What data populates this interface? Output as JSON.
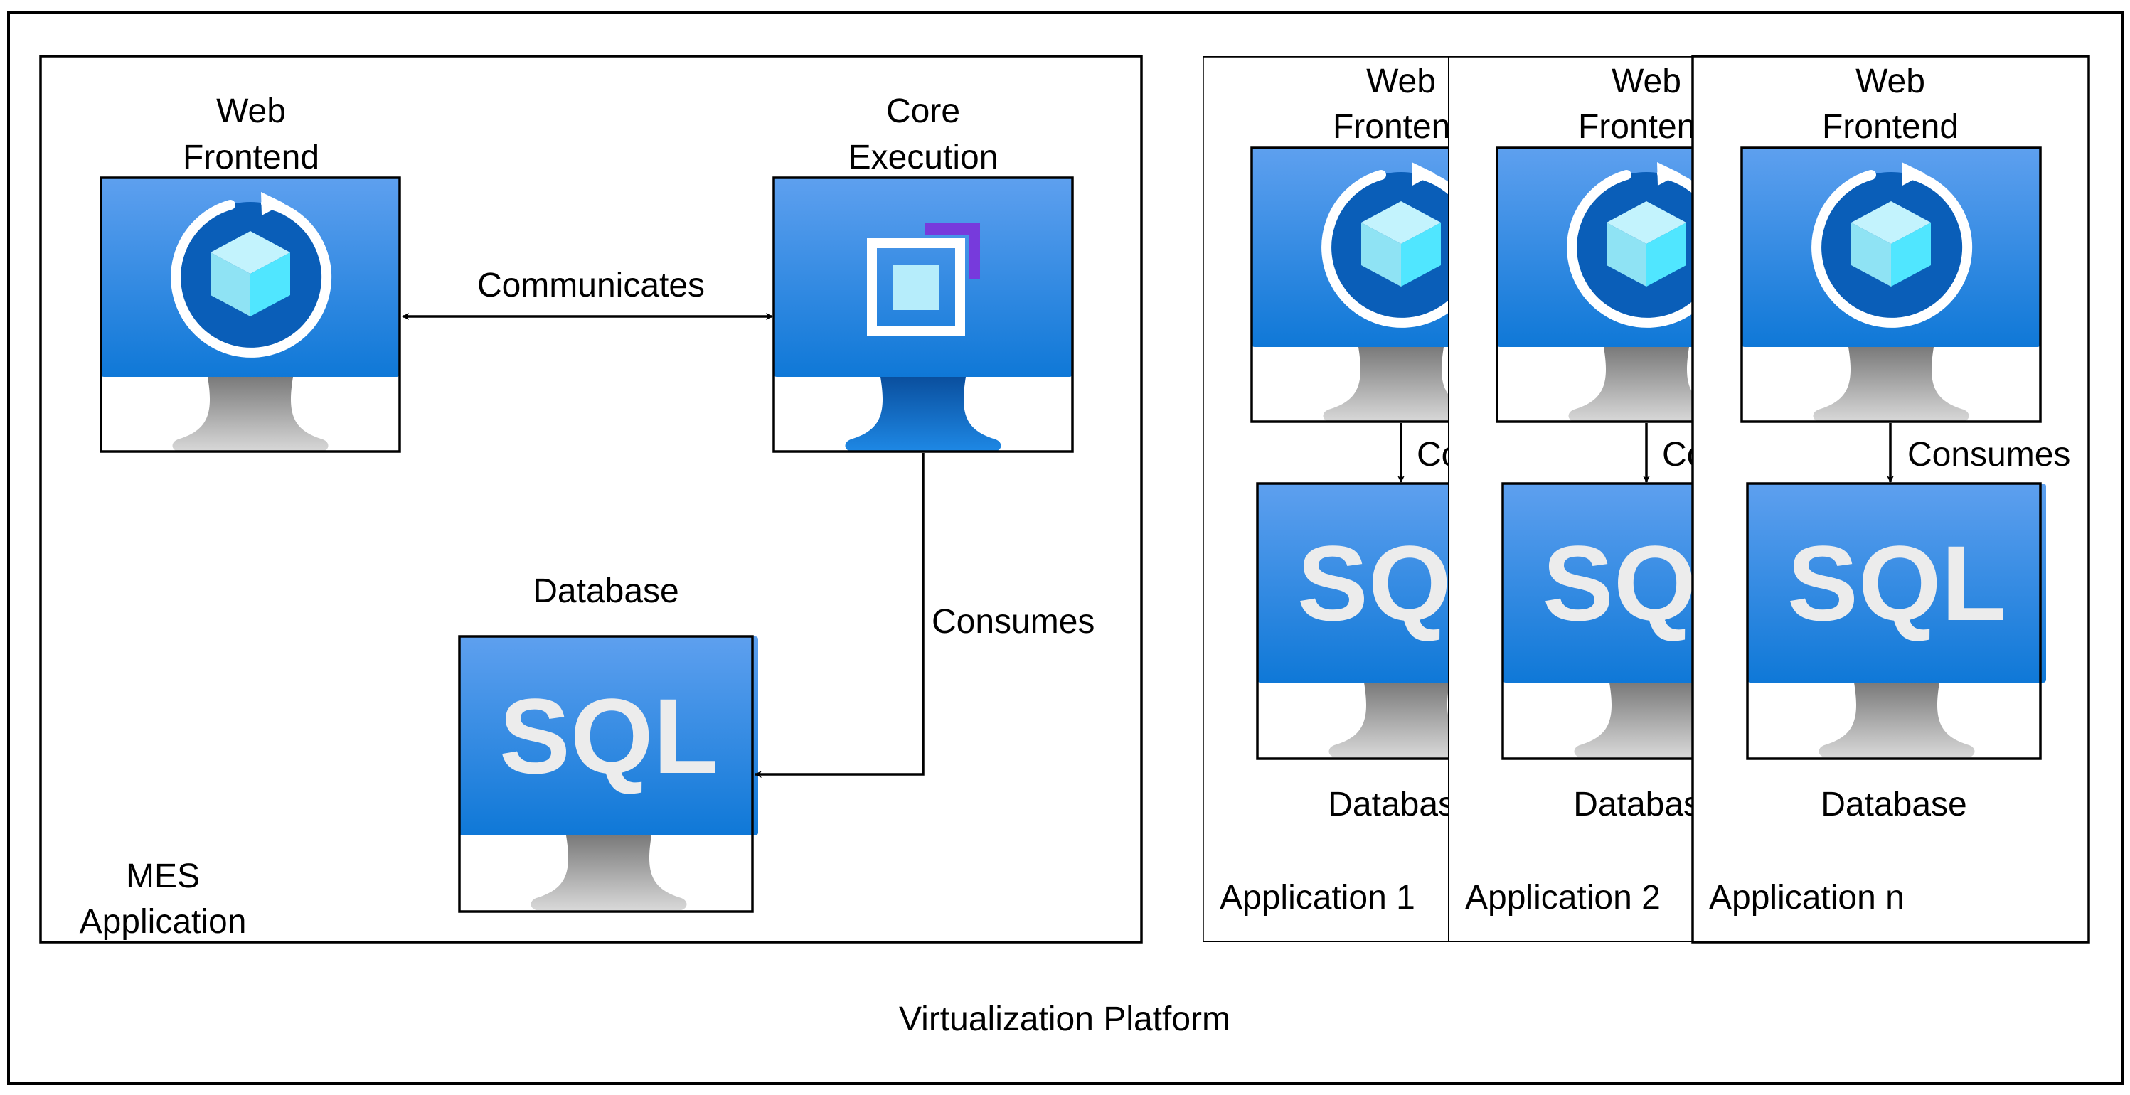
{
  "platform": {
    "label": "Virtualization Platform"
  },
  "mes": {
    "label_line1": "MES",
    "label_line2": "Application",
    "web_frontend": {
      "line1": "Web",
      "line2": "Frontend"
    },
    "core_execution": {
      "line1": "Core",
      "line2": "Execution"
    },
    "database": {
      "label": "Database",
      "icon_text": "SQL"
    },
    "edges": {
      "communicates": "Communicates",
      "consumes": "Consumes"
    }
  },
  "apps": [
    {
      "title": "Application 1",
      "web_line1": "Web",
      "web_line2": "Frontend",
      "db_label": "Database",
      "db_icon_text": "SQL",
      "edge": "Consumes"
    },
    {
      "title": "Application 2",
      "web_line1": "Web",
      "web_line2": "Frontend",
      "db_label": "Database",
      "db_icon_text": "SQL",
      "edge": "Consumes"
    },
    {
      "title": "Application n",
      "web_line1": "Web",
      "web_line2": "Frontend",
      "db_label": "Database",
      "db_icon_text": "SQL",
      "edge": "Consumes"
    }
  ],
  "colors": {
    "screen_top": "#5EA0EF",
    "screen_bottom": "#0F78D7",
    "stand_light": "#D8D8D8",
    "stand_dark": "#7A7A7A",
    "cube_light": "#A6EEFB",
    "cube_mid": "#50E6FF",
    "ring_dark": "#0A5EB8",
    "purple": "#773ADC"
  }
}
